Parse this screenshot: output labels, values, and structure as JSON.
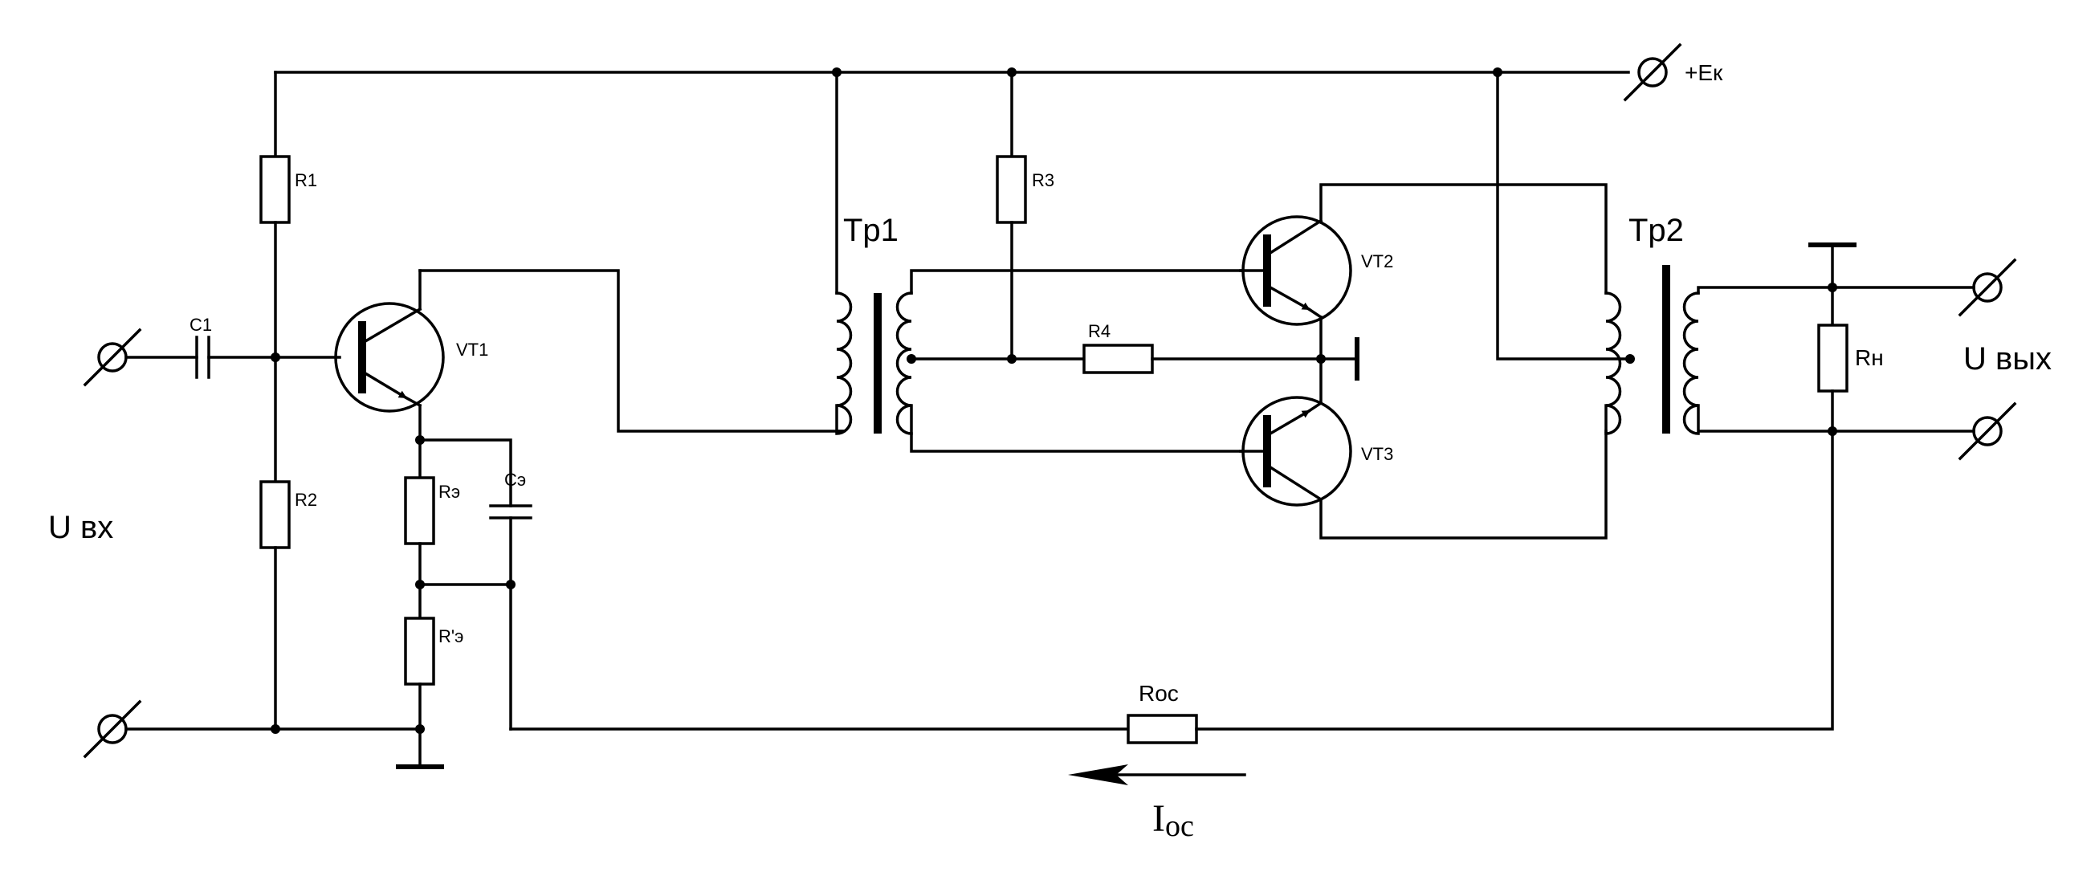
{
  "terminals": {
    "supply": "+Eк",
    "input": "U вх",
    "output": "U вых"
  },
  "components": {
    "r1": "R1",
    "r2": "R2",
    "r3": "R3",
    "r4": "R4",
    "re": "Rэ",
    "re_prime": "R'э",
    "rn": "Rн",
    "roc": "Roc",
    "c1": "C1",
    "ce": "Cэ",
    "vt1": "VT1",
    "vt2": "VT2",
    "vt3": "VT3",
    "tr1": "Tp1",
    "tr2": "Tp2"
  },
  "feedback_current": {
    "symbol": "I",
    "subscript": "oc"
  }
}
